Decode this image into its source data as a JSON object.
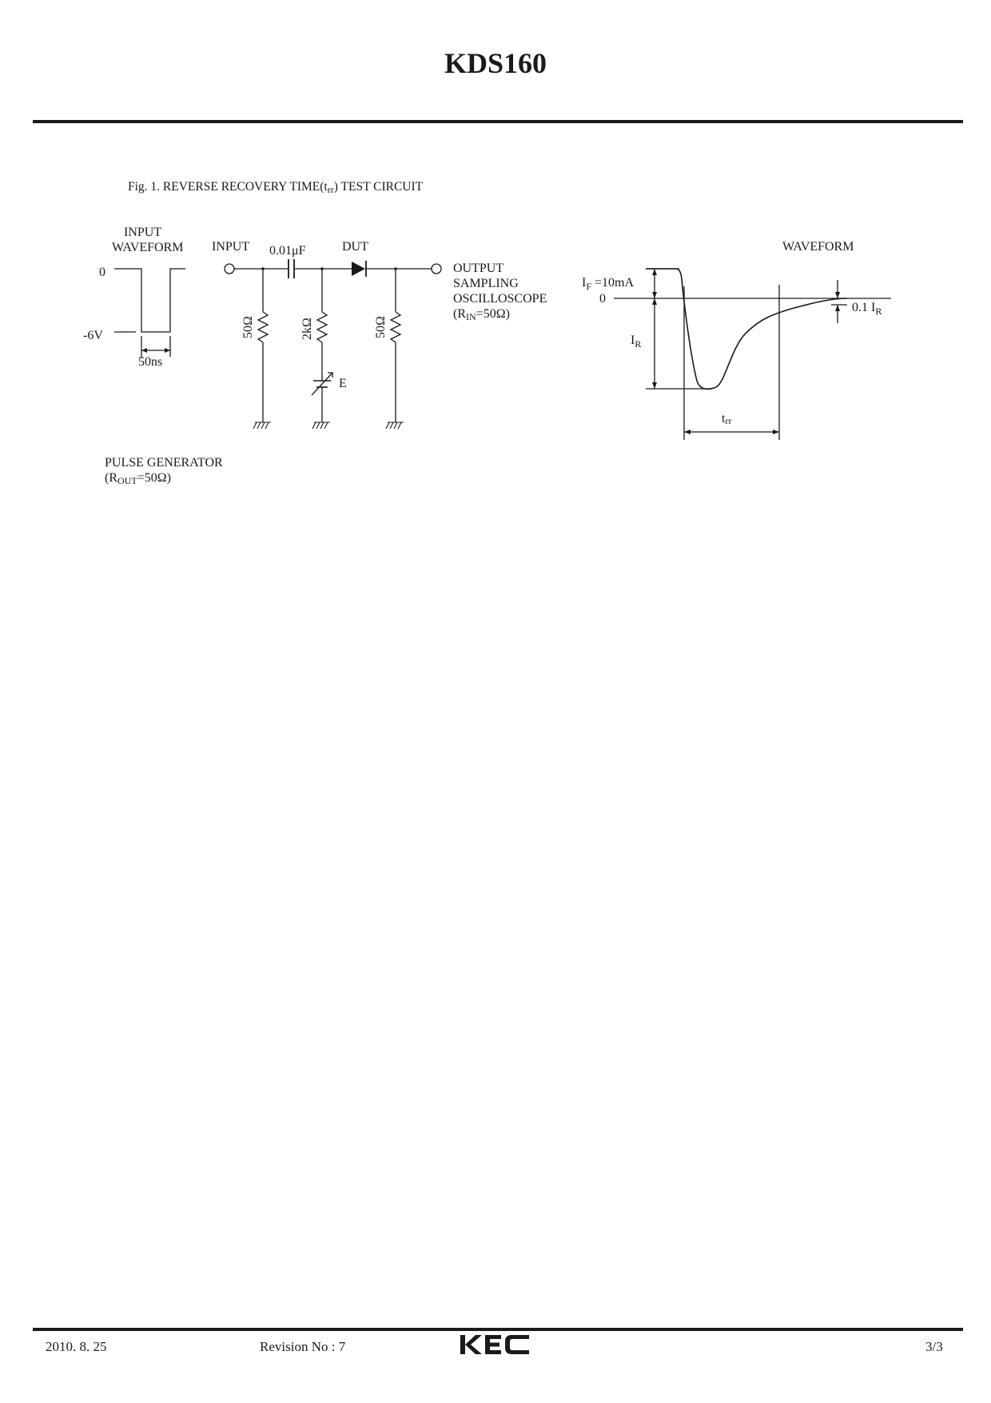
{
  "header": {
    "title": "KDS160"
  },
  "figure": {
    "caption_prefix": "Fig. 1.  REVERSE RECOVERY TIME(t",
    "caption_sub": "rr",
    "caption_suffix": ") TEST CIRCUIT",
    "input_waveform": {
      "title_line1": "INPUT",
      "title_line2": "WAVEFORM",
      "level_zero": "0",
      "level_low": "-6V",
      "pulse_width": "50ns"
    },
    "circuit": {
      "input_label": "INPUT",
      "capacitor_label": "0.01μF",
      "dut_label": "DUT",
      "r1_label": "50Ω",
      "r2_label": "2kΩ",
      "r3_label": "50Ω",
      "source_label": "E",
      "output_line1": "OUTPUT",
      "output_line2": "SAMPLING",
      "output_line3": "OSCILLOSCOPE",
      "output_line4_prefix": "(R",
      "output_line4_sub": "IN",
      "output_line4_suffix": "=50Ω)"
    },
    "pulse_generator": {
      "line1": "PULSE GENERATOR",
      "line2_prefix": "(R",
      "line2_sub": "OUT",
      "line2_suffix": "=50Ω)"
    },
    "output_waveform": {
      "title": "WAVEFORM",
      "if_prefix": "I",
      "if_sub": "F",
      "if_suffix": " =10mA",
      "zero": "0",
      "ir_prefix": "I",
      "ir_sub": "R",
      "tenth_prefix": "0.1 I",
      "tenth_sub": "R",
      "trr_prefix": "t",
      "trr_sub": "rr"
    }
  },
  "footer": {
    "date": "2010. 8. 25",
    "revision": "Revision No : 7",
    "logo": "KEC",
    "page": "3/3"
  }
}
